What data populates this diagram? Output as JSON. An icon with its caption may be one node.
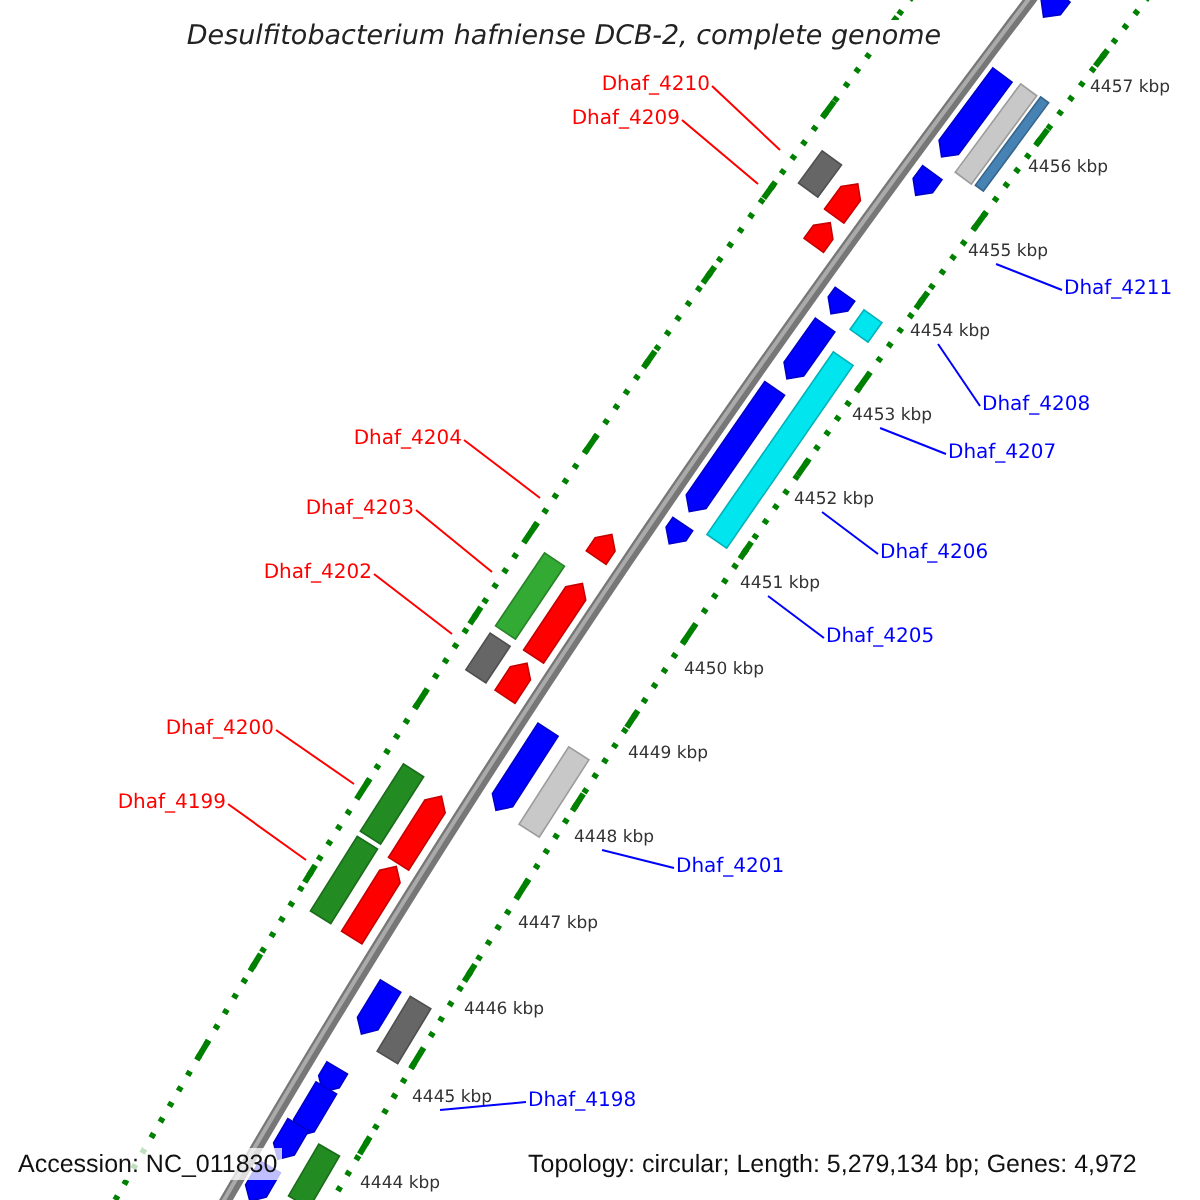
{
  "diagram": {
    "title": "Desulfitobacterium hafniense DCB-2, complete genome",
    "nodes": [
      {
        "text": [
          "Dhaf_4210"
        ]
      },
      {
        "text": [
          "Dhaf_4209"
        ]
      },
      {
        "text": [
          "Dhaf_4211"
        ]
      },
      {
        "text": [
          "Dhaf_4208"
        ]
      },
      {
        "text": [
          "Dhaf_4204"
        ]
      },
      {
        "text": [
          "Dhaf_4207"
        ]
      },
      {
        "text": [
          "Dhaf_4203"
        ]
      },
      {
        "text": [
          "Dhaf_4206"
        ]
      },
      {
        "text": [
          "Dhaf_4202"
        ]
      },
      {
        "text": [
          "Dhaf_4205"
        ]
      },
      {
        "text": [
          "Dhaf_4200"
        ]
      },
      {
        "text": [
          "Dhaf_4199"
        ]
      },
      {
        "text": [
          "Dhaf_4201"
        ]
      },
      {
        "text": [
          "Dhaf_4198"
        ]
      },
      {
        "text": [
          "4457 kbp"
        ]
      },
      {
        "text": [
          "4456 kbp"
        ]
      },
      {
        "text": [
          "4455 kbp"
        ]
      },
      {
        "text": [
          "4454 kbp"
        ]
      },
      {
        "text": [
          "4453 kbp"
        ]
      },
      {
        "text": [
          "4452 kbp"
        ]
      },
      {
        "text": [
          "4451 kbp"
        ]
      },
      {
        "text": [
          "4450 kbp"
        ]
      },
      {
        "text": [
          "4449 kbp"
        ]
      },
      {
        "text": [
          "4448 kbp"
        ]
      },
      {
        "text": [
          "4447 kbp"
        ]
      },
      {
        "text": [
          "4446 kbp"
        ]
      },
      {
        "text": [
          "4445 kbp"
        ]
      },
      {
        "text": [
          "4444 kbp"
        ]
      }
    ],
    "edges": [
      {
        "from": 0,
        "to": null,
        "arrow": "none",
        "color": "#ff0000"
      },
      {
        "from": 1,
        "to": null,
        "arrow": "none",
        "color": "#ff0000"
      },
      {
        "from": 2,
        "to": 16,
        "arrow": "none",
        "color": "#0000ff"
      },
      {
        "from": 3,
        "to": 17,
        "arrow": "none",
        "color": "#0000ff"
      },
      {
        "from": 4,
        "to": null,
        "arrow": "none",
        "color": "#ff0000"
      },
      {
        "from": 5,
        "to": 18,
        "arrow": "none",
        "color": "#0000ff"
      },
      {
        "from": 6,
        "to": null,
        "arrow": "none",
        "color": "#ff0000"
      },
      {
        "from": 7,
        "to": 19,
        "arrow": "none",
        "color": "#0000ff"
      },
      {
        "from": 8,
        "to": null,
        "arrow": "none",
        "color": "#ff0000"
      },
      {
        "from": 9,
        "to": 20,
        "arrow": "none",
        "color": "#0000ff"
      },
      {
        "from": 10,
        "to": null,
        "arrow": "none",
        "color": "#ff0000"
      },
      {
        "from": 11,
        "to": null,
        "arrow": "none",
        "color": "#ff0000"
      },
      {
        "from": 12,
        "to": 23,
        "arrow": "none",
        "color": "#0000ff"
      },
      {
        "from": 13,
        "to": 26,
        "arrow": "none",
        "color": "#0000ff"
      }
    ],
    "labels": [
      "Accession: NC_011830",
      "Topology: circular; Length: 5,279,134 bp; Genes: 4,972"
    ]
  }
}
